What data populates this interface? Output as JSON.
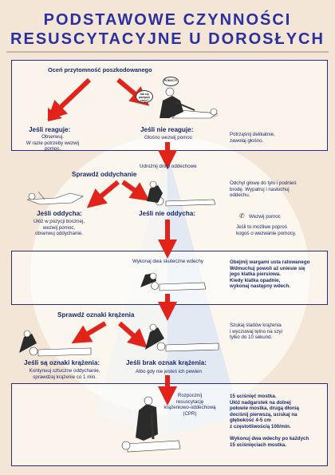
{
  "title": {
    "line1": "PODSTAWOWE   CZYNNOŚCI",
    "line2": "RESUSCYTACYJNE   U   DOROSŁYCH"
  },
  "box1": {
    "assess": "Oceń przytomność poszkodowanego",
    "bubble_left": "Jak się pan/pani czuje?",
    "bubble_right": "POMOCY!",
    "if_responds_head": "Jeśli reaguje:",
    "if_responds_body": [
      "Obserwuj.",
      "W razie potrzeby  wezwij pomoc."
    ],
    "if_not_head": "Jeśli nie reaguje:",
    "if_not_body": "Głośno wezwij pomoc",
    "side_note": [
      "Potrząśnij delikatnie,",
      "zawołaj głośno."
    ]
  },
  "step2": {
    "airway": "Udrożnij drogi oddechowe",
    "check_breath": "Sprawdź oddychanie",
    "airway_note": [
      "Odchyl głowę do tyłu i podnieś",
      "brodę. Wypatruj i nasłuchuj",
      "oddechu."
    ],
    "breathing_head": "Jeśli oddycha:",
    "breathing_body": [
      "Ułóż w pozycji bocznej,",
      "wezwij pomoc,",
      "obserwuj oddychanie."
    ],
    "not_breathing_head": "Jeśli nie oddycha:",
    "call_help": "Wezwij pomoc",
    "call_help_note": [
      "Jeśli to możliwe poproś",
      "kogoś o wezwanie pomocy."
    ]
  },
  "box2": {
    "rescue": "Wykonaj dwa skuteczne wdechy",
    "rescue_note": [
      "Obejmij wargami usta ratowanego",
      "Wdmuchuj powoli aż uniesie się",
      "jego klatka piersiowa.",
      "Kiedy klatka opadnie,",
      "wykonaj następny  wdech."
    ]
  },
  "step3": {
    "check_circ": "Sprawdź oznaki krążenia",
    "circ_note": [
      "Szukaj śladów krążenia",
      "i wyczuwaj tętno na szyi",
      "tylko do 10 sekund."
    ],
    "signs_head": "Jeśli są oznaki krążenia:",
    "signs_body": [
      "Kontynuuj sztuczne oddychanie,",
      "sprawdzaj krążenie co 1 min."
    ],
    "no_signs_head": "Jeśli brak oznak krążenia:",
    "no_signs_body": "Albo gdy nie jesteś ich pewien"
  },
  "box3": {
    "cpr": [
      "Rozpocznij",
      "resuscytację",
      "krążeniowo-oddechową",
      "(CPR)"
    ],
    "cpr_note": [
      "15 uciśnięć mostka.",
      "Ułóż nadgarstek na dolnej",
      "połowie mostka, drugą dłonią",
      "dociśnij pierwszą, uciskaj na",
      "głębokość 4-5 cm",
      "z częstotliwością 100/min.",
      "",
      "Wykonuj dwa wdechy po każdych",
      "15 uciśnięciach mostka."
    ]
  },
  "colors": {
    "arrow": "#e1231a",
    "title": "#2b2fa0",
    "text": "#1a2a6c",
    "background": "#f3e6d6"
  }
}
